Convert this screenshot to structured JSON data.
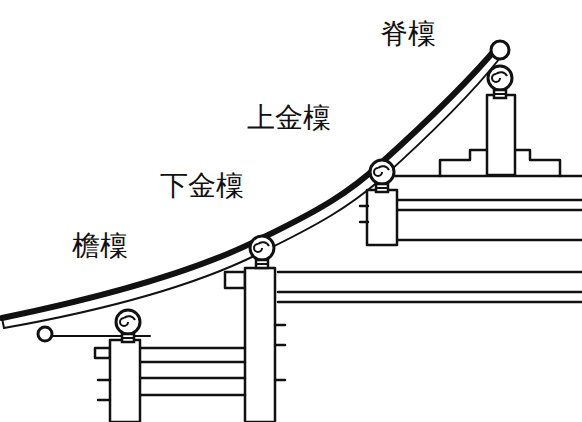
{
  "diagram": {
    "labels": [
      "脊檁",
      "上金檁",
      "下金檁",
      "檐檁"
    ]
  }
}
